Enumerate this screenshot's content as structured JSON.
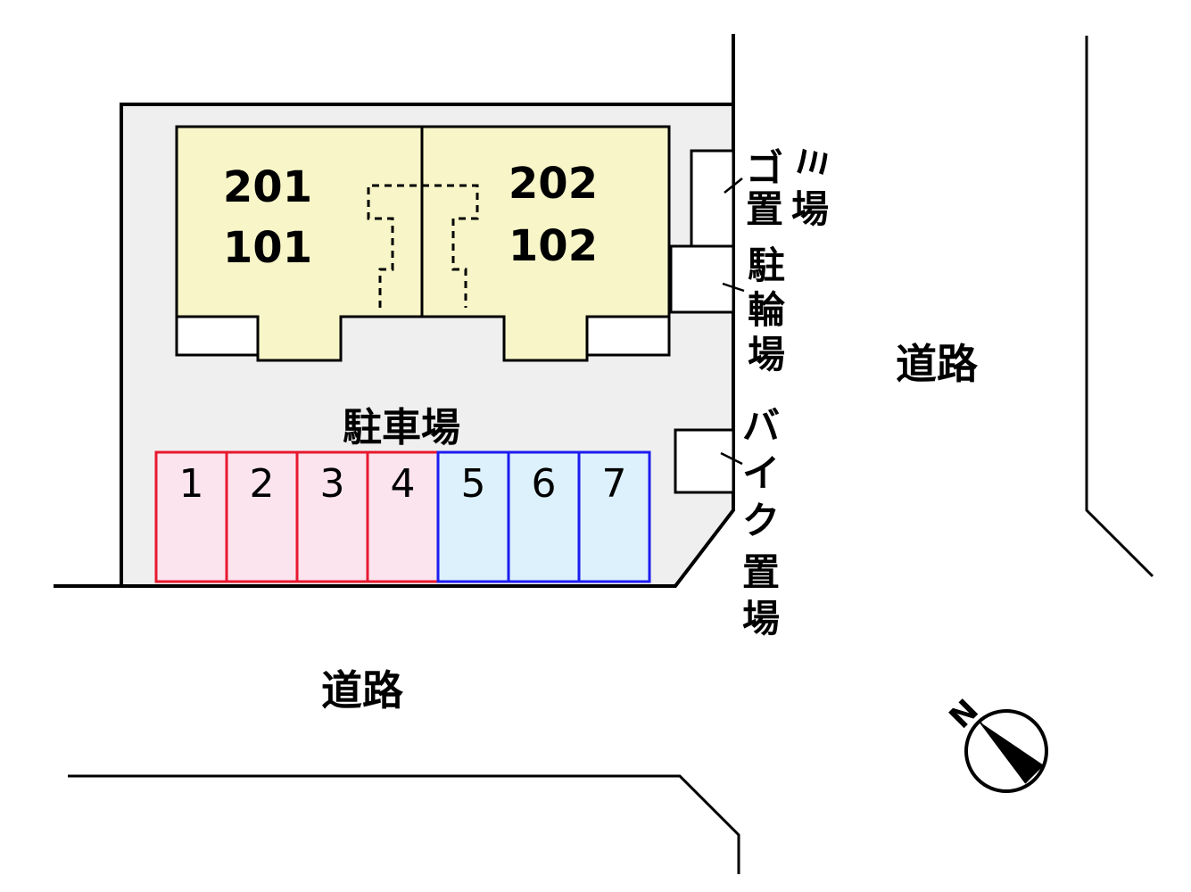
{
  "units": {
    "left_upper": "201",
    "left_lower": "101",
    "right_upper": "202",
    "right_lower": "102"
  },
  "labels": {
    "parking": "駐車場",
    "road_bottom": "道路",
    "road_right": "道路",
    "garbage_chars": [
      "ゴ",
      "ミ",
      "置",
      "場"
    ],
    "bicycle_chars": [
      "駐",
      "輪",
      "場"
    ],
    "bike_chars": [
      "バ",
      "イ",
      "ク",
      "置",
      "場"
    ]
  },
  "compass": {
    "letter": "N"
  },
  "parking_slots": [
    {
      "number": "1",
      "type": "red"
    },
    {
      "number": "2",
      "type": "red"
    },
    {
      "number": "3",
      "type": "red"
    },
    {
      "number": "4",
      "type": "red"
    },
    {
      "number": "5",
      "type": "blue"
    },
    {
      "number": "6",
      "type": "blue"
    },
    {
      "number": "7",
      "type": "blue"
    }
  ],
  "colors": {
    "lot": "#efefef",
    "building": "#f8f6c8",
    "slot_red_fill": "#fce4ee",
    "slot_red_stroke": "#e8182f",
    "slot_blue_fill": "#dcf1fb",
    "slot_blue_stroke": "#1c1cf0"
  }
}
